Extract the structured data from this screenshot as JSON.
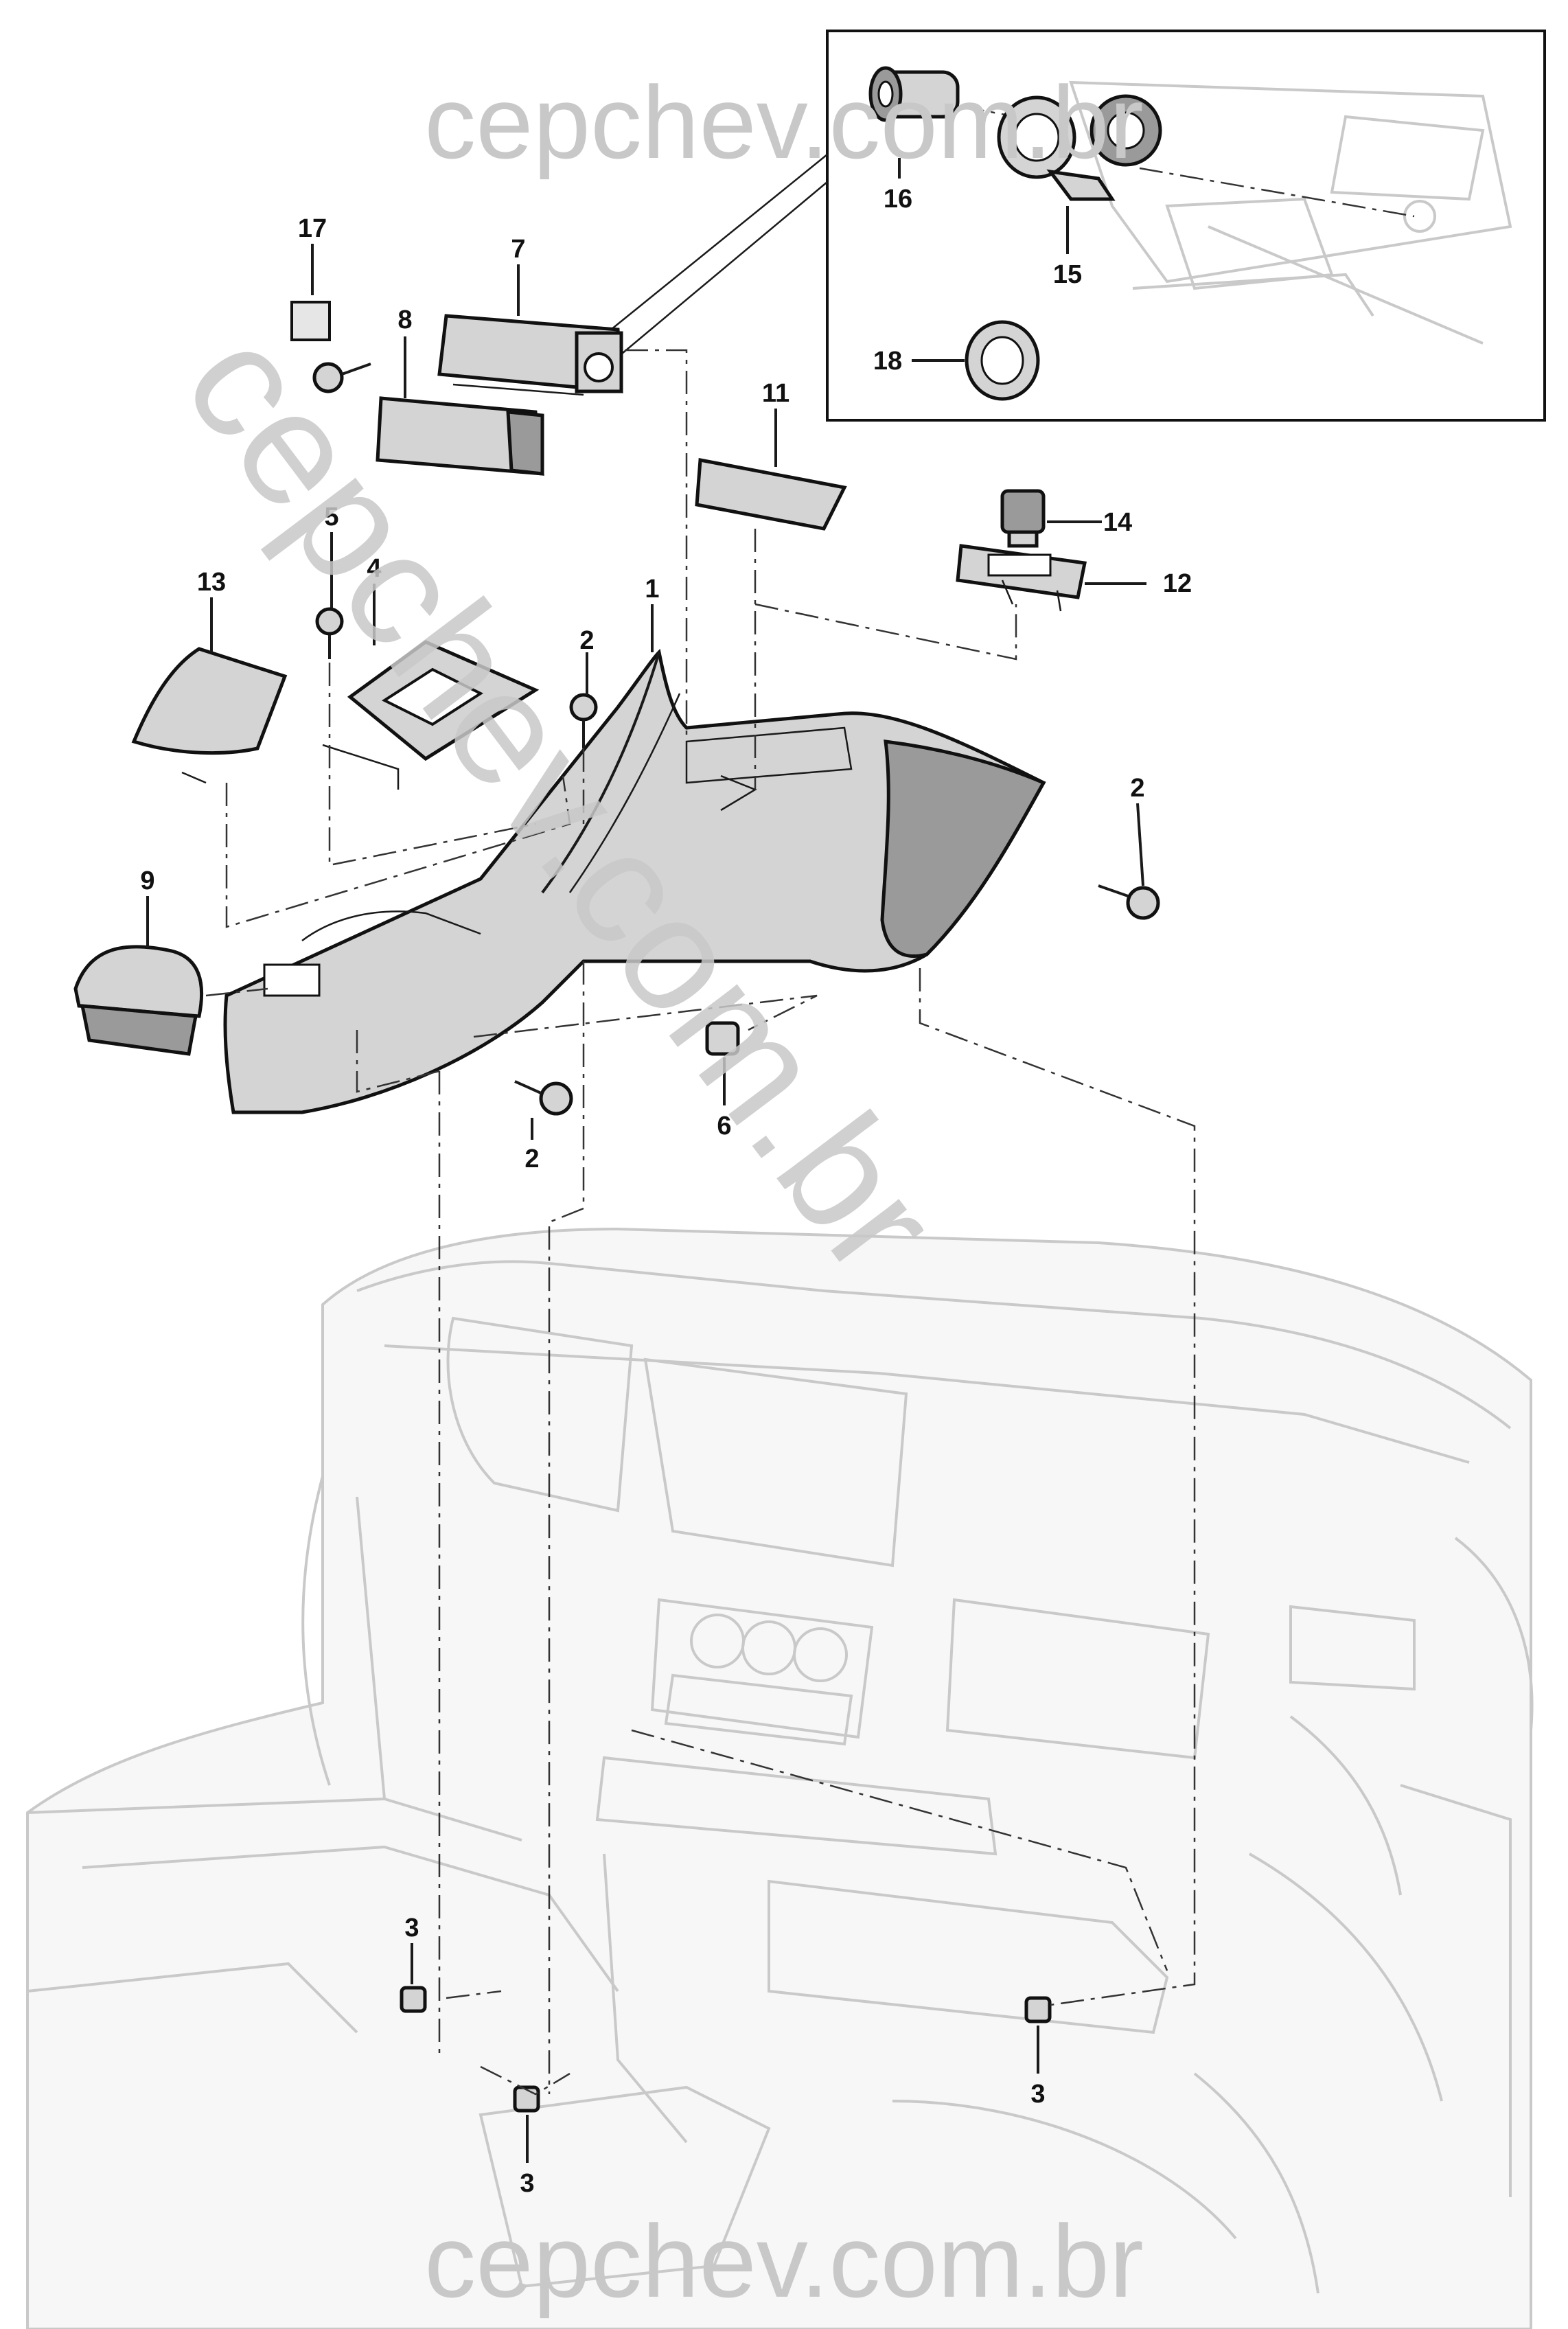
{
  "watermark": {
    "top": "cepchev.com.br",
    "bottom": "cepchev.com.br",
    "diagonal": "cepchev.com.br"
  },
  "callouts": [
    {
      "id": "1",
      "text": "1"
    },
    {
      "id": "2a",
      "text": "2"
    },
    {
      "id": "2b",
      "text": "2"
    },
    {
      "id": "2c",
      "text": "2"
    },
    {
      "id": "3a",
      "text": "3"
    },
    {
      "id": "3b",
      "text": "3"
    },
    {
      "id": "3c",
      "text": "3"
    },
    {
      "id": "4",
      "text": "4"
    },
    {
      "id": "5",
      "text": "5"
    },
    {
      "id": "6",
      "text": "6"
    },
    {
      "id": "7",
      "text": "7"
    },
    {
      "id": "8",
      "text": "8"
    },
    {
      "id": "9",
      "text": "9"
    },
    {
      "id": "11",
      "text": "11"
    },
    {
      "id": "12",
      "text": "12"
    },
    {
      "id": "13",
      "text": "13"
    },
    {
      "id": "14",
      "text": "14"
    },
    {
      "id": "15",
      "text": "15"
    },
    {
      "id": "16",
      "text": "16"
    },
    {
      "id": "17",
      "text": "17"
    },
    {
      "id": "18",
      "text": "18"
    }
  ]
}
